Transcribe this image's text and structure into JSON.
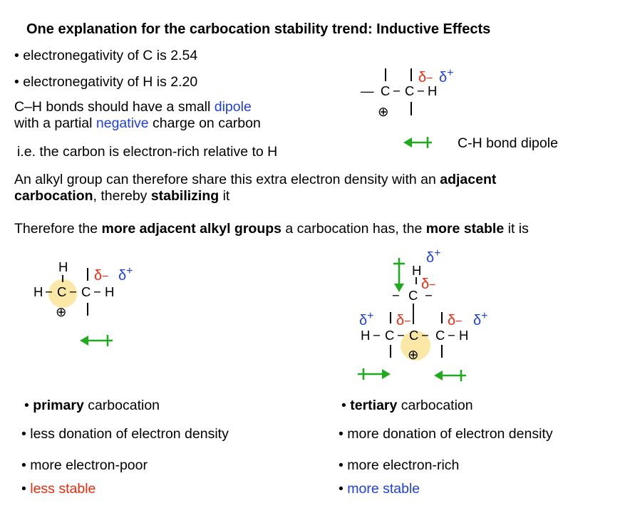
{
  "title": "One explanation for the carbocation stability trend: Inductive Effects",
  "intro": {
    "en_c": "• electronegativity of C is 2.54",
    "en_h": "• electronegativity of H is 2.20",
    "dipole_line1_a": "C–H bonds should have a small ",
    "dipole_word": "dipole",
    "dipole_line2_a": "with a partial ",
    "negative_word": "negative",
    "dipole_line2_b": " charge on carbon",
    "ie_line": "i.e. the carbon is electron-rich relative to H"
  },
  "alkyl": {
    "line1_a": "An alkyl group can therefore share this extra electron density with an ",
    "line1_b": "adjacent",
    "line2_a": "carbocation",
    "line2_b": ", thereby ",
    "line2_c": "stabilizing",
    "line2_d": " it"
  },
  "therefore": {
    "a": "Therefore the ",
    "b": "more adjacent alkyl groups",
    "c": " a carbocation has, the ",
    "d": "more stable",
    "e": " it is"
  },
  "legend": {
    "label": "C-H bond dipole"
  },
  "chem": {
    "C": "C",
    "H": "H",
    "delta": "δ",
    "minus": "−",
    "plus": "+",
    "charge": "⊕",
    "dash": "—",
    "bond": "−"
  },
  "primary": {
    "bullet1_a": "primary",
    "bullet1_b": " carbocation",
    "bullet2": "less donation of electron density",
    "bullet3": "more electron-poor",
    "bullet4": "less stable"
  },
  "tertiary": {
    "bullet1_a": "tertiary",
    "bullet1_b": " carbocation",
    "bullet2": "more donation of electron density",
    "bullet3": "more electron-rich",
    "bullet4": "more stable"
  },
  "bullet_char": "•",
  "colors": {
    "blue": "#1f3fe6",
    "red": "#ee2a0b",
    "green": "#1faa1f",
    "highlight": "#fbe8a6"
  }
}
